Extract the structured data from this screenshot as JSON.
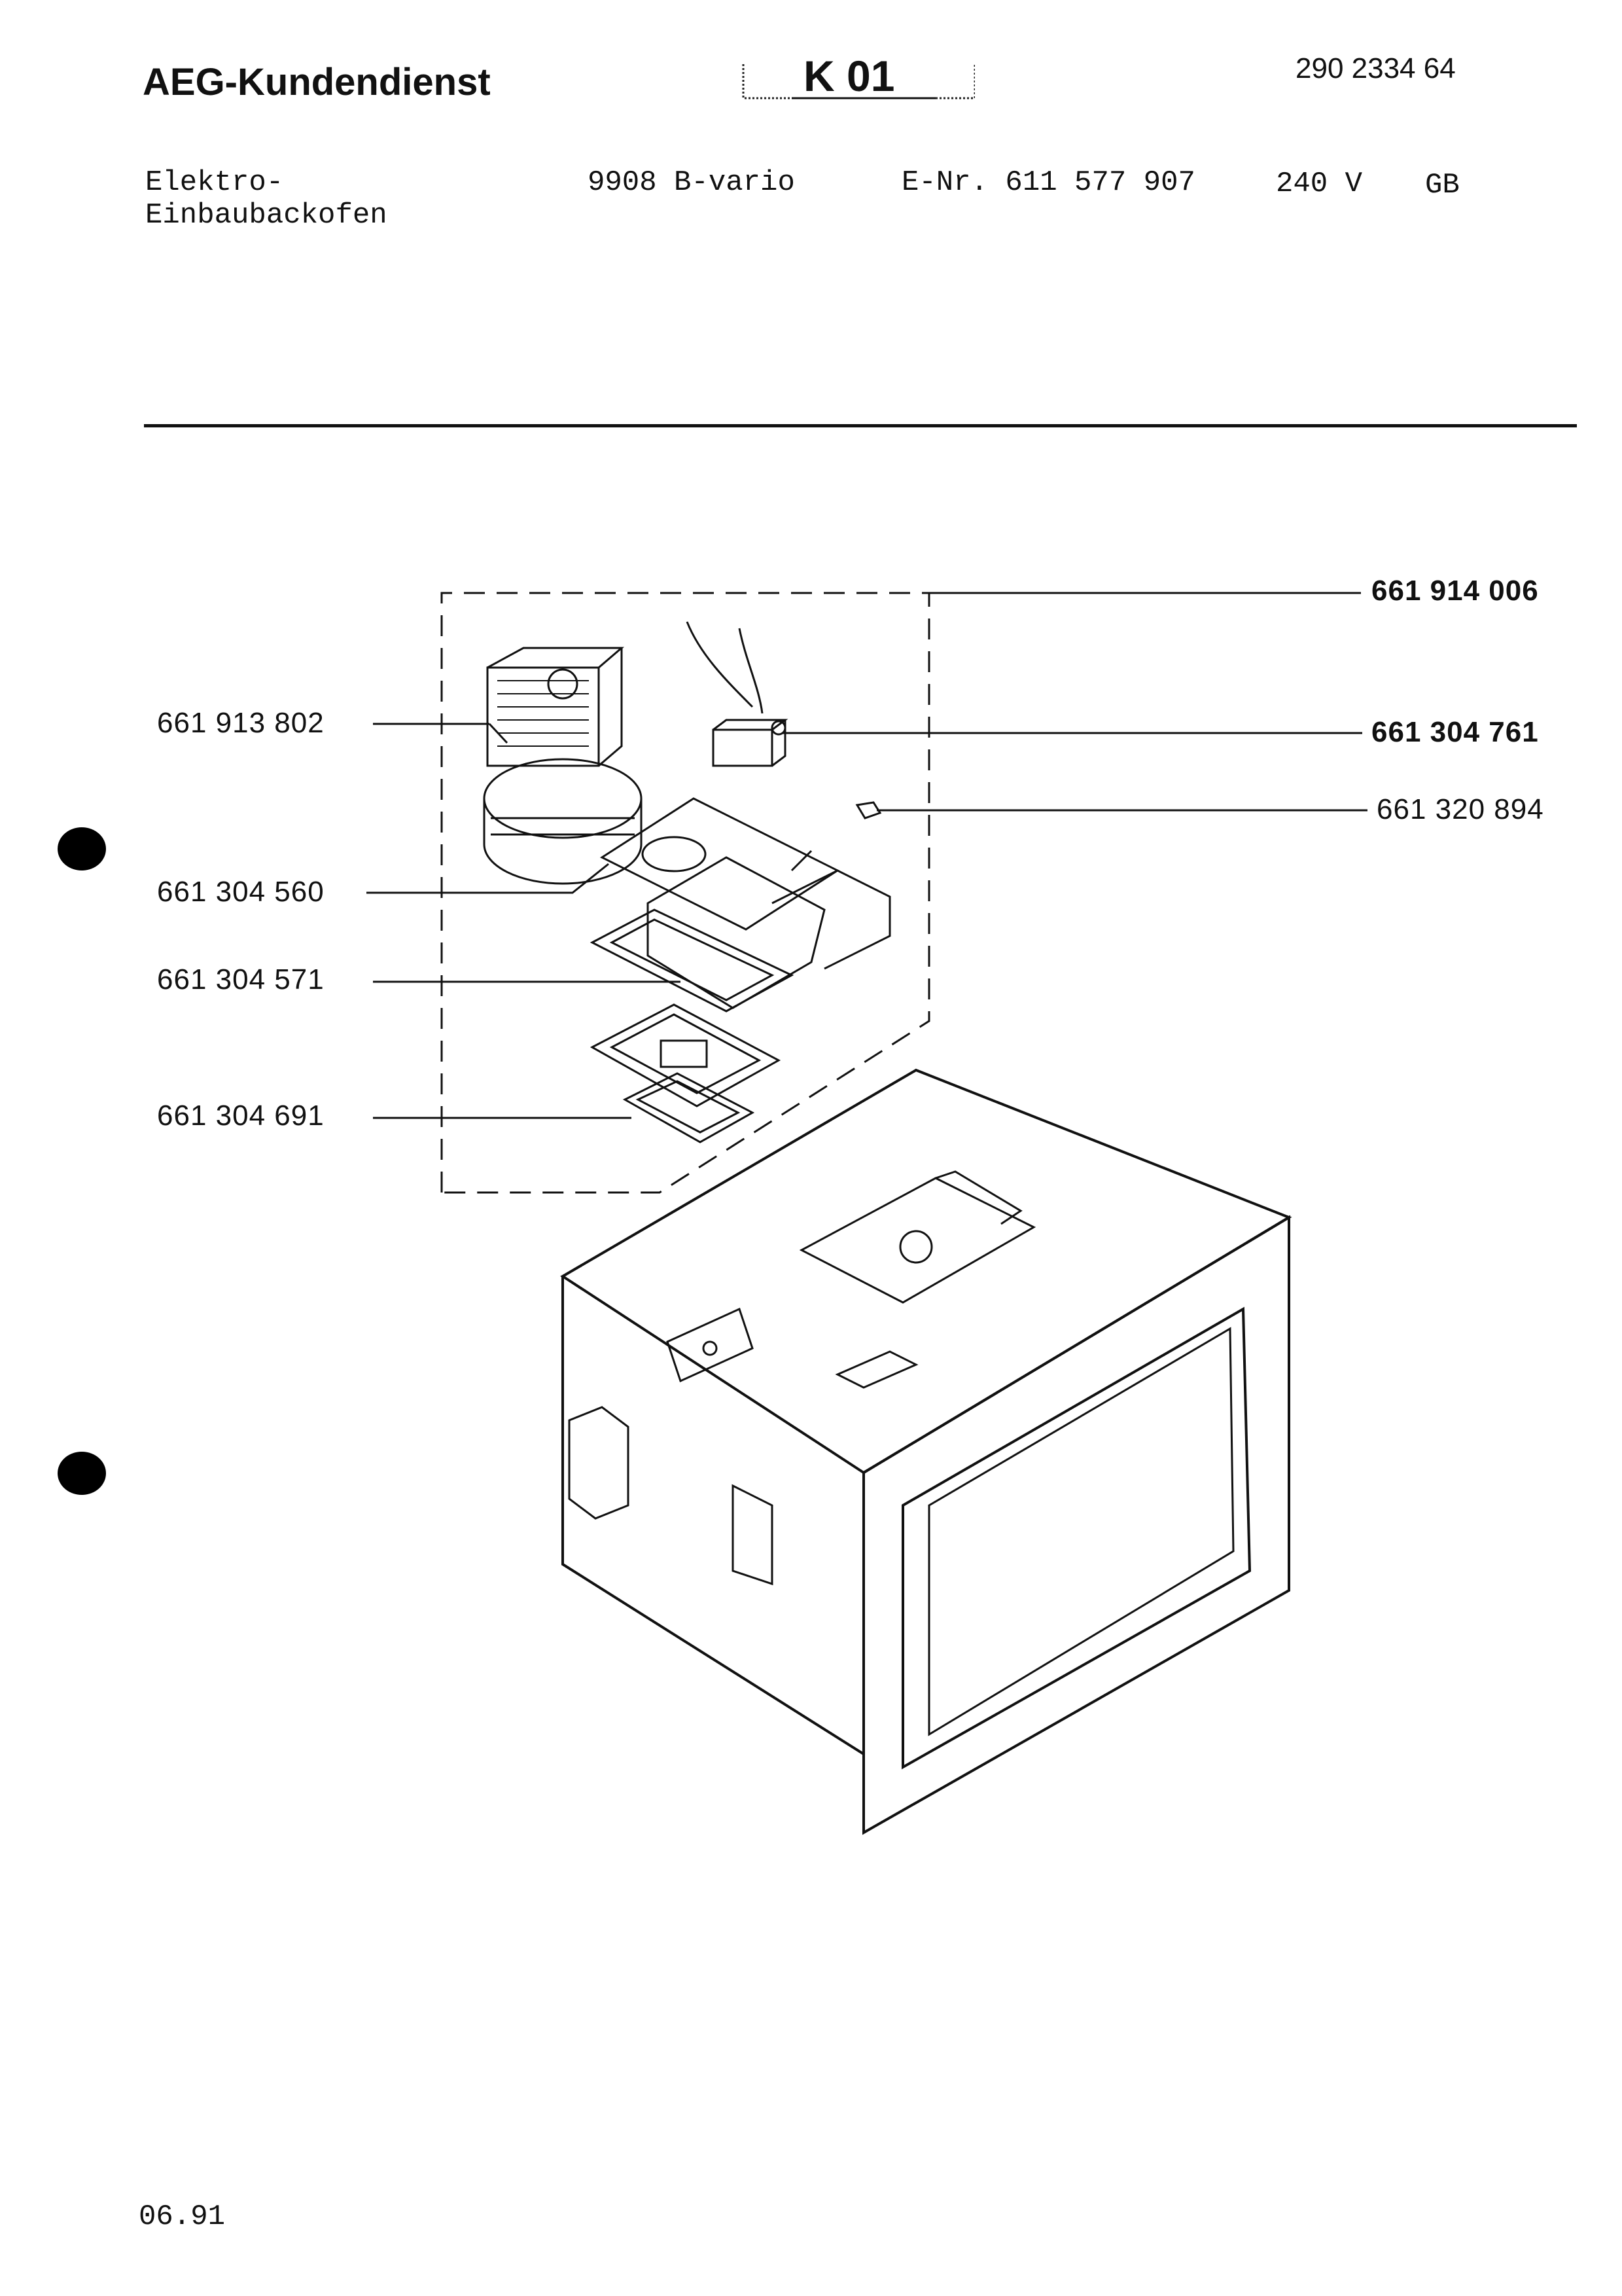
{
  "header": {
    "brand": "AEG-Kundendienst",
    "sheet_code": "K 01",
    "document_number": "290 2334 64"
  },
  "product": {
    "type_line1": "Elektro-",
    "type_line2": "Einbaubackofen",
    "model": "9908 B-vario",
    "e_number": "E-Nr. 611 577 907",
    "voltage": "240 V",
    "country": "GB"
  },
  "parts": {
    "p_914006": "661 914 006",
    "p_913802": "661 913 802",
    "p_304761": "661 304 761",
    "p_320894": "661 320 894",
    "p_304560": "661 304 560",
    "p_304571": "661 304 571",
    "p_304691": "661 304 691"
  },
  "footer": {
    "date": "06.91"
  }
}
